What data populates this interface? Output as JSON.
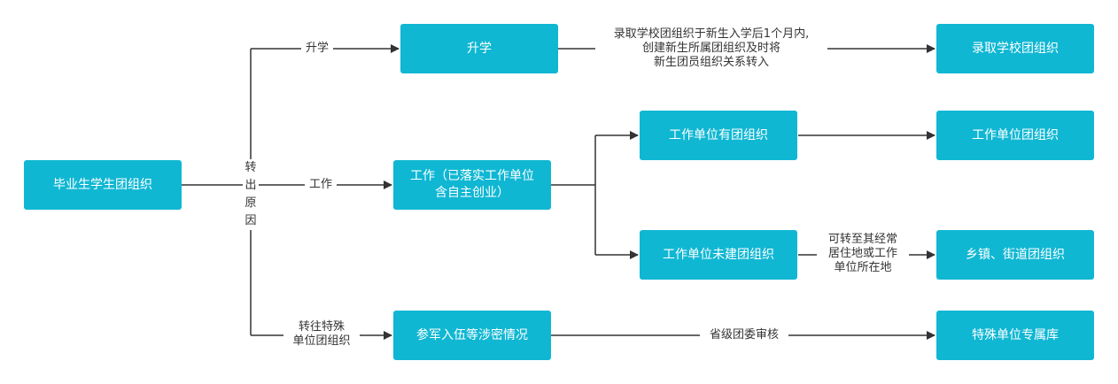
{
  "colors": {
    "node_fill": "#10b7d3",
    "node_text": "#ffffff",
    "line": "#333333"
  },
  "nodes": {
    "root": "毕业生学生团组织",
    "shengxue": "升学",
    "gongzuo": "工作（已落实工作单位\n含自主创业）",
    "canjun": "参军入伍等涉密情况",
    "luqu": "录取学校团组织",
    "you_tuan": "工作单位有团组织",
    "wei_jian": "工作单位未建团组织",
    "danwei_tuan": "工作单位团组织",
    "xiangzhen": "乡镇、街道团组织",
    "teshu": "特殊单位专属库"
  },
  "labels": {
    "reason": "转出原因",
    "shengxue": "升学",
    "gongzuo": "工作",
    "special": "转往特殊\n单位团组织",
    "luqu_note": "录取学校团组织于新生入学后1个月内,\n创建新生所属团组织及时将\n新生团员组织关系转入",
    "wei_jian_note": "可转至其经常\n居住地或工作\n单位所在地",
    "shenhe": "省级团委审核"
  }
}
